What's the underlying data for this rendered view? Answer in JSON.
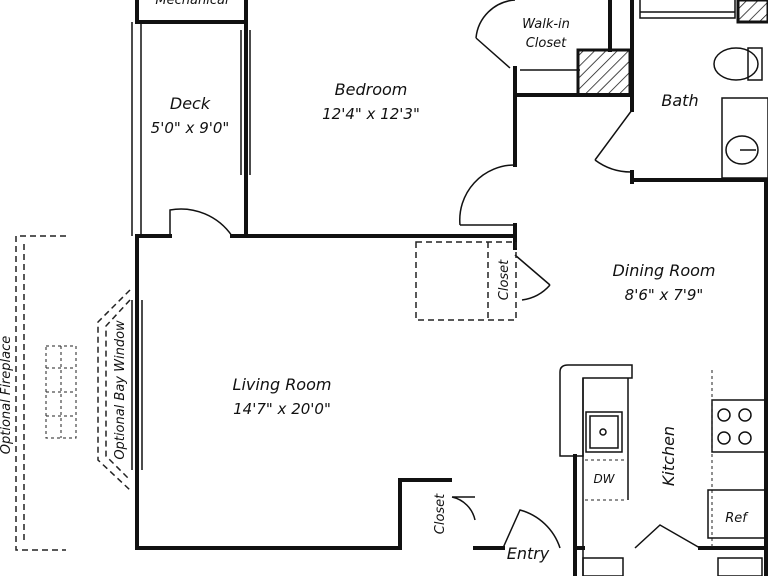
{
  "rooms": {
    "mechanical": {
      "name": "Mechanical"
    },
    "walk_in_closet": {
      "line1": "Walk-in",
      "line2": "Closet"
    },
    "bedroom": {
      "name": "Bedroom",
      "dims": "12'4\" x 12'3\""
    },
    "deck": {
      "name": "Deck",
      "dims": "5'0\" x 9'0\""
    },
    "bath": {
      "name": "Bath"
    },
    "dining_room": {
      "name": "Dining Room",
      "dims": "8'6\" x 7'9\""
    },
    "closet_upper": {
      "name": "Closet"
    },
    "living_room": {
      "name": "Living Room",
      "dims": "14'7\" x 20'0\""
    },
    "kitchen": {
      "name": "Kitchen"
    },
    "closet_lower": {
      "name": "Closet"
    },
    "entry": {
      "name": "Entry"
    }
  },
  "options": {
    "fireplace": "Optional Fireplace",
    "bay_window": "Optional Bay Window"
  },
  "appliances": {
    "dishwasher": "DW",
    "refrigerator": "Ref"
  }
}
